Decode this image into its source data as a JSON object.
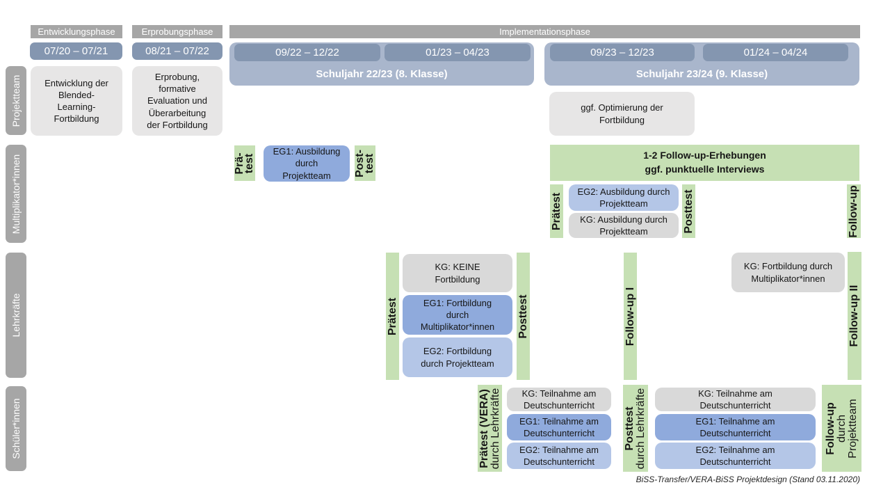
{
  "caption": "BiSS-Transfer/VERA-BiSS Projektdesign (Stand 03.11.2020)",
  "colors": {
    "phase_bar": "#a6a6a6",
    "period_bar": "#8496b0",
    "year_container": "#a9b6cc",
    "box_gray_light": "#e7e6e6",
    "box_gray": "#d9d9d9",
    "box_blue": "#8faadc",
    "box_blue_light": "#b4c6e7",
    "box_green": "#c6e0b4",
    "row_label": "#a6a6a6"
  },
  "phases": {
    "p1": "Entwicklungsphase",
    "p2": "Erprobungsphase",
    "p3": "Implementationsphase"
  },
  "periods": {
    "p1": "07/20 – 07/21",
    "p2": "08/21 – 07/22",
    "p3": "09/22 – 12/22",
    "p4": "01/23 – 04/23",
    "p5": "09/23 – 12/23",
    "p6": "01/24 – 04/24"
  },
  "school_years": {
    "sy1": "Schuljahr 22/23 (8. Klasse)",
    "sy2": "Schuljahr 23/24 (9. Klasse)"
  },
  "row_labels": {
    "r1": "Projektteam",
    "r2": "Multiplikator*innen",
    "r3": "Lehrkräfte",
    "r4": "Schüler*innen"
  },
  "projektteam": {
    "development": "Entwicklung der\nBlended-\nLearning-\nFortbildung",
    "testing": "Erprobung,\nformative\nEvaluation und\nÜberarbeitung\nder Fortbildung",
    "optimization": "ggf. Optimierung der\nFortbildung"
  },
  "multiplikatoren": {
    "pretest_small": "Prä-\ntest",
    "eg1": "EG1: Ausbildung\ndurch\nProjektteam",
    "posttest_small": "Post-\ntest",
    "banner": "1-2 Follow-up-Erhebungen\nggf. punktuelle Interviews",
    "pretest": "Prätest",
    "eg2": "EG2: Ausbildung durch\nProjektteam",
    "kg": "KG: Ausbildung durch\nProjektteam",
    "posttest": "Posttest",
    "followup": "Follow-up"
  },
  "lehrkraefte": {
    "pretest": "Prätest",
    "kg": "KG: KEINE\nFortbildung",
    "eg1": "EG1: Fortbildung\ndurch\nMultiplikator*innen",
    "eg2": "EG2: Fortbildung\ndurch Projektteam",
    "posttest": "Posttest",
    "followup1": "Follow-up I",
    "kg2": "KG: Fortbildung durch\nMultiplikator*innen",
    "followup2": "Follow-up II"
  },
  "schueler": {
    "pretest_bold": "Prätest (VERA)",
    "pretest_sub": "durch Lehrkräfte",
    "kg1": "KG: Teilnahme am\nDeutschunterricht",
    "eg1a": "EG1: Teilnahme am\nDeutschunterricht",
    "eg2a": "EG2: Teilnahme am\nDeutschunterricht",
    "posttest_bold": "Posttest",
    "posttest_sub": "durch Lehrkräfte",
    "kg2": "KG: Teilnahme am\nDeutschunterricht",
    "eg1b": "EG1: Teilnahme am\nDeutschunterricht",
    "eg2b": "EG2: Teilnahme am\nDeutschunterricht",
    "followup_bold": "Follow-up",
    "followup_sub": "durch\nProjektteam"
  }
}
